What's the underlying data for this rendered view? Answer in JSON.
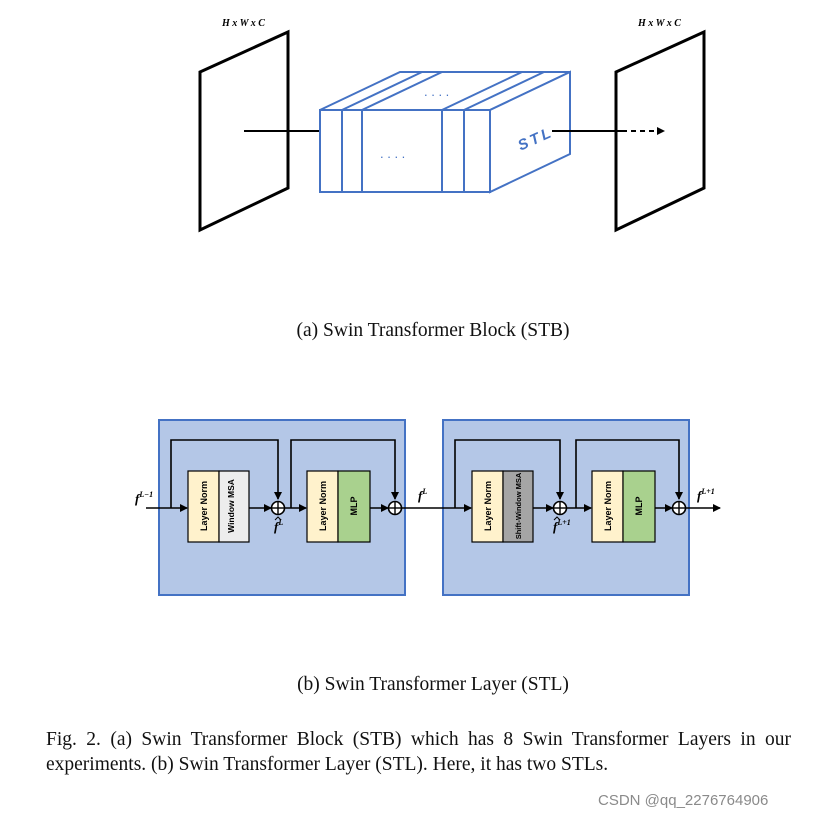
{
  "stb": {
    "input_label": "H x W x C",
    "output_label": "H x W x C",
    "block_label": "STL",
    "dots": ". . . .",
    "caption": "(a) Swin Transformer Block (STB)"
  },
  "stl": {
    "layer1": {
      "input_label": "f",
      "input_sup": "L−1",
      "norm1": "Layer Norm",
      "msa": "Window MSA",
      "mid_label": "f",
      "mid_sup": "L",
      "norm2": "Layer Norm",
      "mlp": "MLP",
      "out_label": "f",
      "out_sup": "L"
    },
    "layer2": {
      "norm1": "Layer Norm",
      "msa": "Shift-Window MSA",
      "mid_label": "f",
      "mid_sup": "L+1",
      "norm2": "Layer Norm",
      "mlp": "MLP",
      "out_label": "f",
      "out_sup": "L+1"
    },
    "caption": "(b) Swin Transformer Layer (STL)"
  },
  "figure_caption": "Fig. 2.  (a) Swin Transformer Block (STB) which has 8 Swin Transformer Layers in our experiments. (b) Swin Transformer Layer (STL). Here, it has two STLs.",
  "watermark": "CSDN @qq_2276764906",
  "colors": {
    "stb_blue": "#4472c4",
    "panel_fill": "#b4c7e7",
    "panel_border": "#4472c4",
    "norm_fill": "#fff2cc",
    "window_msa_fill": "#ededed",
    "shift_msa_fill": "#a5a5a5",
    "mlp_fill": "#a9d18e"
  }
}
